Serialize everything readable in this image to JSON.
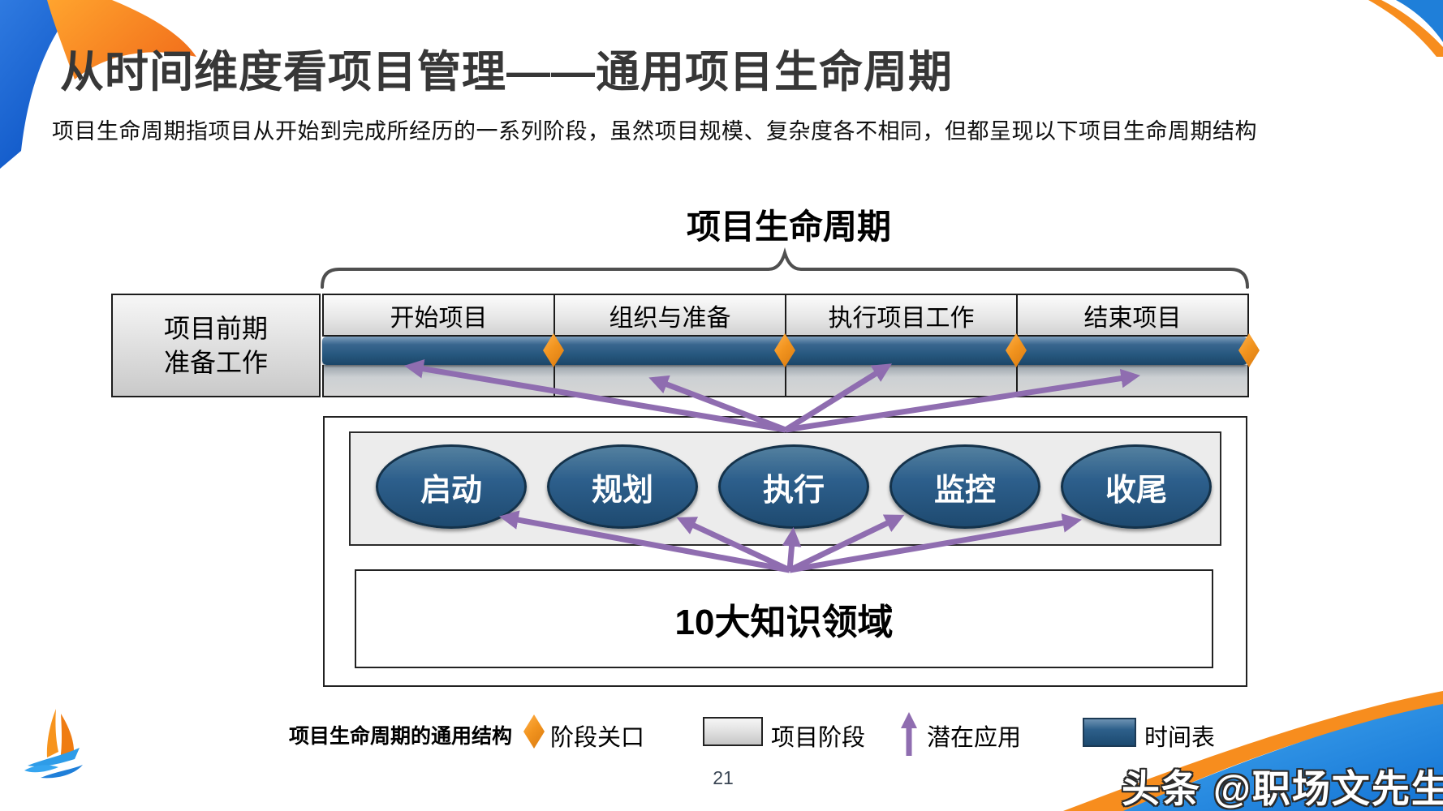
{
  "page": {
    "title": "从时间维度看项目管理——通用项目生命周期",
    "subtitle": "项目生命周期指项目从开始到完成所经历的一系列阶段，虽然项目规模、复杂度各不相同，但都呈现以下项目生命周期结构",
    "page_number": "21",
    "watermark": "头条 @职场文先生"
  },
  "diagram": {
    "title": "项目生命周期",
    "prep_box": {
      "line1": "项目前期",
      "line2": "准备工作"
    },
    "phases": [
      {
        "label": "开始项目"
      },
      {
        "label": "组织与准备"
      },
      {
        "label": "执行项目工作"
      },
      {
        "label": "结束项目"
      }
    ],
    "stages": [
      {
        "label": "启动"
      },
      {
        "label": "规划"
      },
      {
        "label": "执行"
      },
      {
        "label": "监控"
      },
      {
        "label": "收尾"
      }
    ],
    "knowledge_box": "10大知识领域"
  },
  "legend": {
    "title": "项目生命周期的通用结构",
    "items": [
      {
        "icon": "orange-diamond",
        "label": "阶段关口"
      },
      {
        "icon": "gray-box",
        "label": "项目阶段"
      },
      {
        "icon": "purple-arrow",
        "label": "潜在应用"
      },
      {
        "icon": "blue-bar",
        "label": "时间表"
      }
    ]
  },
  "colors": {
    "timeline_bar_blue": "#27587f",
    "stage_ellipse_blue": "#2d5f8c",
    "milestone_orange": "#f2941f",
    "arrow_purple": "#8f6db0",
    "corner_blue": "#1f7fd9",
    "corner_orange": "#f78d1e",
    "brace_gray": "#4f4f4f"
  }
}
